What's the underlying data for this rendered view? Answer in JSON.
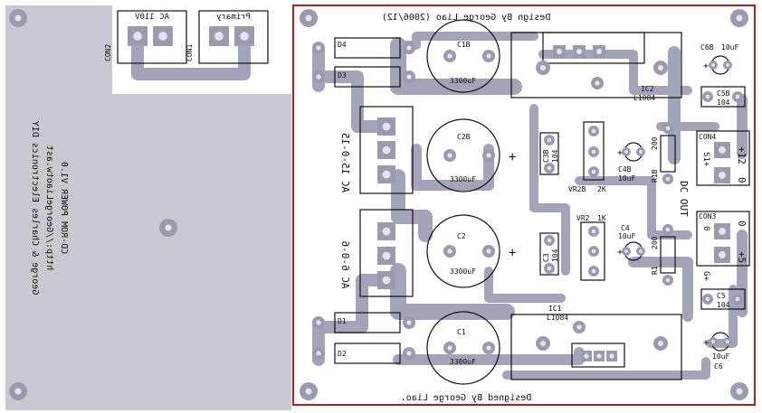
{
  "board": {
    "colors": {
      "trace": "#a3a3ba",
      "pad": "#9b9bb0",
      "hole": "#e4e4ec",
      "outline": "#b02020",
      "silk": "#111111"
    },
    "headers": {
      "top": "Design By George Liao (2006/12)",
      "bottom": "Designed By George Liao."
    },
    "side_text": {
      "line1": "CD-ROM POWER V1.0",
      "line2": "http://GeorgeLiaotw.ast",
      "line3": "George & Charles Electronics DIY"
    },
    "input_labels": {
      "ac": "AC 110V",
      "primary": "Primary",
      "con2": "CON2",
      "con1": "CON1"
    },
    "secondary_labels": {
      "upper": "AC 15-0-15",
      "lower": "AC 6-0-6"
    },
    "components": {
      "c1b": "C1B",
      "c2b": "C2B",
      "c2": "C2",
      "c1": "C1",
      "cap_value": "3300uF",
      "d1": "D1",
      "d2": "D2",
      "d3": "D3",
      "d4": "D4",
      "ic2": "IC2",
      "ic2_part": "L1084",
      "ic1": "IC1",
      "ic1_part": "L1084",
      "vr2b": "VR2B",
      "vr2b_value": "2K",
      "vr2": "VR2",
      "vr2_value": "1K",
      "c3b": "C3B",
      "c3": "C3",
      "c104": "104",
      "c4b": "C4B",
      "c4": "C4",
      "c10uf": "10uF",
      "r1b": "R1B",
      "r1": "R1",
      "r200": "200",
      "c6b": "C6B",
      "c5b": "C5B",
      "c5": "C5",
      "c6": "C6",
      "con4": "CON4",
      "con3": "CON3",
      "plus12": "+12",
      "plus5": "+5",
      "zero": "0",
      "dcout": "DC OUT",
      "s1plus": "S1+",
      "g_plus": "G+",
      "plus": "+"
    }
  }
}
